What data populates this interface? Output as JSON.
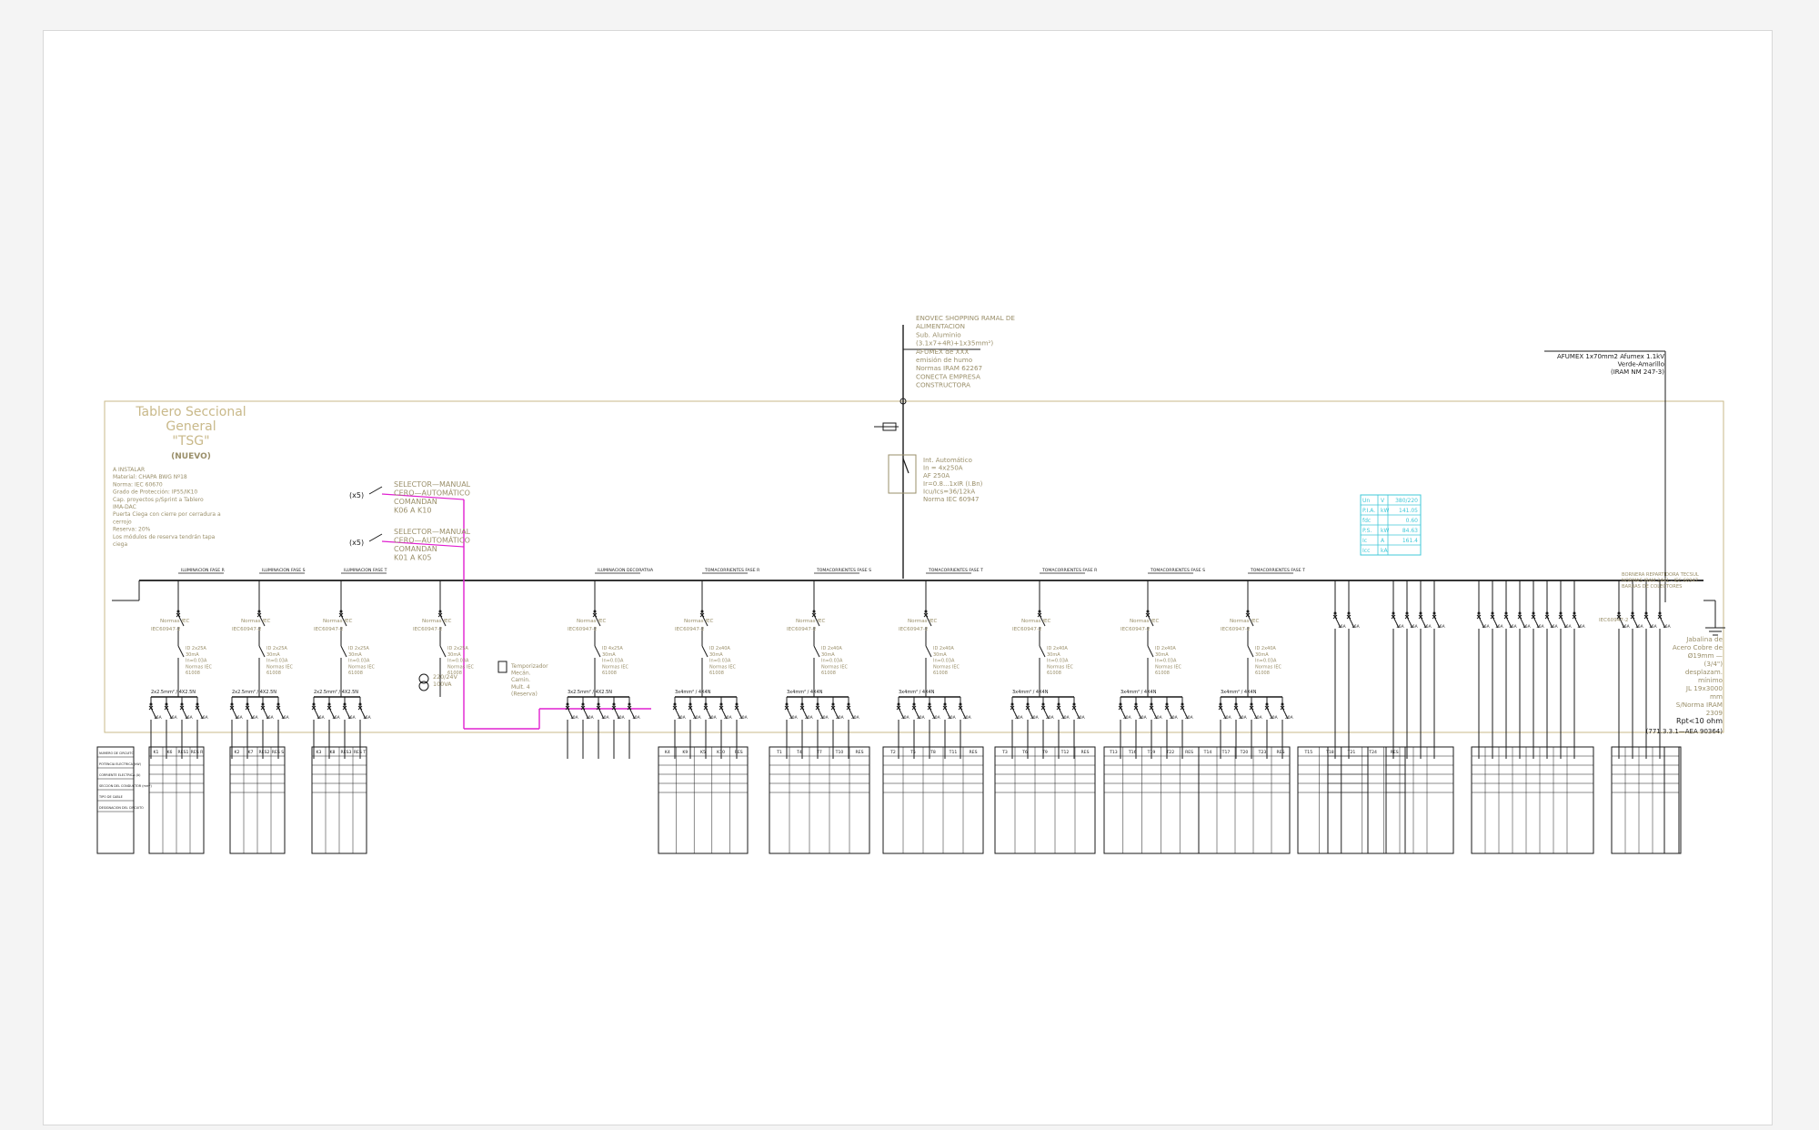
{
  "feeder": {
    "lines": [
      "ENOVEC SHOPPING RAMAL DE",
      "ALIMENTACION",
      "Sub. Aluminio",
      "(3.1x7+4R)+1x35mm²)",
      "AFUMEX de XXX",
      "emisión de humo",
      "Normas IRAM 62267",
      "CONECTA EMPRESA",
      "CONSTRUCTORA"
    ]
  },
  "main_breaker": {
    "lines": [
      "Int. Automático",
      "In = 4x250A",
      "AF 250A",
      "Ir=0.8...1xIR (I.Bn)",
      "Icu/Ics=36/12kA",
      "Norma IEC 60947"
    ]
  },
  "ground": {
    "cable_lines": [
      "AFUMEX 1x70mm2 Afumex 1.1kV",
      "Verde-Amarillo",
      "(IRAM NM 247-3)"
    ],
    "rod_lines": [
      "Jabalina de",
      "Acero Cobre de",
      "Ø19mm —",
      "(3/4\")",
      "desplazam.",
      "mínimo",
      "JL 19x3000",
      "mm",
      "S/Norma IRAM",
      "2309"
    ],
    "resistance": "Rpt<10 ohm",
    "reference": "(771.3.3.1—AEA 90364)"
  },
  "panel": {
    "title_lines": [
      "Tablero Seccional",
      "General",
      "\"TSG\""
    ],
    "status": "(NUEVO)",
    "spec_lines": [
      "A INSTALAR",
      "Material: CHAPA BWG Nº18",
      "Norma: IEC 60670",
      "Grado de Protección: IP55/IK10",
      "Cap. proyectos p/Sprint a Tablero",
      "IMA-DAC",
      "Puerta Ciega con cierre por cerradura a",
      "cerrojo",
      "Reserva: 20%",
      "Los módulos de reserva tendrán tapa",
      "ciega"
    ]
  },
  "selectors": [
    {
      "count": "(x5)",
      "lines": [
        "SELECTOR—MANUAL",
        "CERO—AUTOMÁTICO",
        "COMANDAN",
        "K06 A K10"
      ]
    },
    {
      "count": "(x5)",
      "lines": [
        "SELECTOR—MANUAL",
        "CERO—AUTOMÁTICO",
        "COMANDAN",
        "K01 A K05"
      ]
    }
  ],
  "contactor": {
    "lines": [
      "220/24V",
      "100VA"
    ]
  },
  "timer": {
    "lines": [
      "Temporizador",
      "Mecán.",
      "Camin.",
      "Mult. 4",
      "(Reserva)"
    ]
  },
  "groups": [
    {
      "title": "ILUMINACION FASE R",
      "norm": "Normas IEC",
      "std": "IEC60947-2",
      "diff": [
        "ID 2x25A",
        "30mA",
        "In=0.03A",
        "Normas IEC",
        "61008"
      ],
      "cable": "2x2.5mm² / 4X2.5N",
      "circuits": [
        "K1",
        "K6",
        "RES1",
        "RES R"
      ],
      "rating": "16A"
    },
    {
      "title": "ILUMINACION FASE S",
      "norm": "Normas IEC",
      "std": "IEC60947-2",
      "diff": [
        "ID 2x25A",
        "30mA",
        "In=0.03A",
        "Normas IEC",
        "61008"
      ],
      "cable": "2x2.5mm² / 4X2.5N",
      "circuits": [
        "K2",
        "K7",
        "RES2",
        "RES S"
      ],
      "rating": "16A"
    },
    {
      "title": "ILUMINACION FASE T",
      "norm": "Normas IEC",
      "std": "IEC60947-2",
      "diff": [
        "ID 2x25A",
        "30mA",
        "In=0.03A",
        "Normas IEC",
        "61008"
      ],
      "cable": "2x2.5mm² / 4X2.5N",
      "circuits": [
        "K3",
        "K8",
        "RES3",
        "RES T"
      ],
      "rating": "16A"
    },
    {
      "title": "",
      "norm": "Normas IEC",
      "std": "IEC60947-2",
      "diff": [
        "ID 2x25A",
        "30mA",
        "In=0.03A",
        "Normas IEC",
        "61008"
      ],
      "cable": "",
      "circuits": [],
      "rating": "10A"
    },
    {
      "title": "ILUMINACION DECORATIVA",
      "norm": "Normas IEC",
      "std": "IEC60947-2",
      "diff": [
        "ID 4x25A",
        "30mA",
        "In=0.03A",
        "Normas IEC",
        "61008"
      ],
      "cable": "3x2.5mm² / 4X2.5N",
      "circuits": [
        "K4",
        "K9",
        "K5",
        "K10",
        "RES"
      ],
      "rating": "10A"
    },
    {
      "title": "TOMACORRIENTES FASE R",
      "norm": "Normas IEC",
      "std": "IEC60947-2",
      "diff": [
        "ID 2x40A",
        "30mA",
        "In=0.03A",
        "Normas IEC",
        "61008"
      ],
      "cable": "3x4mm² / 4X4N",
      "circuits": [
        "T1",
        "T4",
        "T7",
        "T10",
        "RES"
      ],
      "rating": "20A"
    },
    {
      "title": "TOMACORRIENTES FASE S",
      "norm": "Normas IEC",
      "std": "IEC60947-2",
      "diff": [
        "ID 2x40A",
        "30mA",
        "In=0.03A",
        "Normas IEC",
        "61008"
      ],
      "cable": "3x4mm² / 4X4N",
      "circuits": [
        "T2",
        "T5",
        "T8",
        "T11",
        "RES"
      ],
      "rating": "20A"
    },
    {
      "title": "TOMACORRIENTES FASE T",
      "norm": "Normas IEC",
      "std": "IEC60947-2",
      "diff": [
        "ID 2x40A",
        "30mA",
        "In=0.03A",
        "Normas IEC",
        "61008"
      ],
      "cable": "3x4mm² / 4X4N",
      "circuits": [
        "T3",
        "T6",
        "T9",
        "T12",
        "RES"
      ],
      "rating": "20A"
    },
    {
      "title": "TOMACORRIENTES FASE R",
      "norm": "Normas IEC",
      "std": "IEC60947-2",
      "diff": [
        "ID 2x40A",
        "30mA",
        "In=0.03A",
        "Normas IEC",
        "61008"
      ],
      "cable": "3x4mm² / 4X4N",
      "circuits": [
        "T13",
        "T16",
        "T19",
        "T22",
        "RES"
      ],
      "rating": "20A"
    },
    {
      "title": "TOMACORRIENTES FASE S",
      "norm": "Normas IEC",
      "std": "IEC60947-2",
      "diff": [
        "ID 2x40A",
        "30mA",
        "In=0.03A",
        "Normas IEC",
        "61008"
      ],
      "cable": "3x4mm² / 4X4N",
      "circuits": [
        "T14",
        "T17",
        "T20",
        "T23",
        "RES"
      ],
      "rating": "20A"
    },
    {
      "title": "TOMACORRIENTES FASE T",
      "norm": "Normas IEC",
      "std": "IEC60947-2",
      "diff": [
        "ID 2x40A",
        "30mA",
        "In=0.03A",
        "Normas IEC",
        "61008"
      ],
      "cable": "3x4mm² / 4X4N",
      "circuits": [
        "T15",
        "T18",
        "T21",
        "T24",
        "RES"
      ],
      "rating": "20A"
    }
  ],
  "right_bank": {
    "breaker_counts": [
      2,
      4,
      8,
      4
    ],
    "title_lines": [
      "BORNERA REPARTIDORA TECSUL",
      "NORMAS IRAM 2441 - IEC 60947",
      "BARRAS DE COLECTORES"
    ],
    "std": "IEC60947-2",
    "rating": "16A"
  },
  "power_table": {
    "rows": [
      {
        "label": "Un",
        "unit": "V",
        "value": "380/220"
      },
      {
        "label": "P.I.A.",
        "unit": "kW",
        "value": "141.05"
      },
      {
        "label": "fdc",
        "unit": "",
        "value": "0.60"
      },
      {
        "label": "P.S.",
        "unit": "kW",
        "value": "84.63"
      },
      {
        "label": "Ic",
        "unit": "A",
        "value": "161.4"
      },
      {
        "label": "Icc",
        "unit": "kA",
        "value": ""
      }
    ]
  },
  "legend_rows": [
    "NUMERO DE CIRCUITO",
    "POTENCIA ELECTRICA (kW)",
    "CORRIENTE ELECTRICA (A)",
    "SECCION DEL CONDUCTOR (mm²)",
    "TIPO DE CABLE",
    "DESIGNACION DEL CIRCUITO"
  ],
  "colors": {
    "line": "#1a1a1a",
    "panel_frame": "#c9b98a",
    "annotation": "#9a8f6a",
    "selector": "#e020d0",
    "measure": "#40c8d8"
  }
}
